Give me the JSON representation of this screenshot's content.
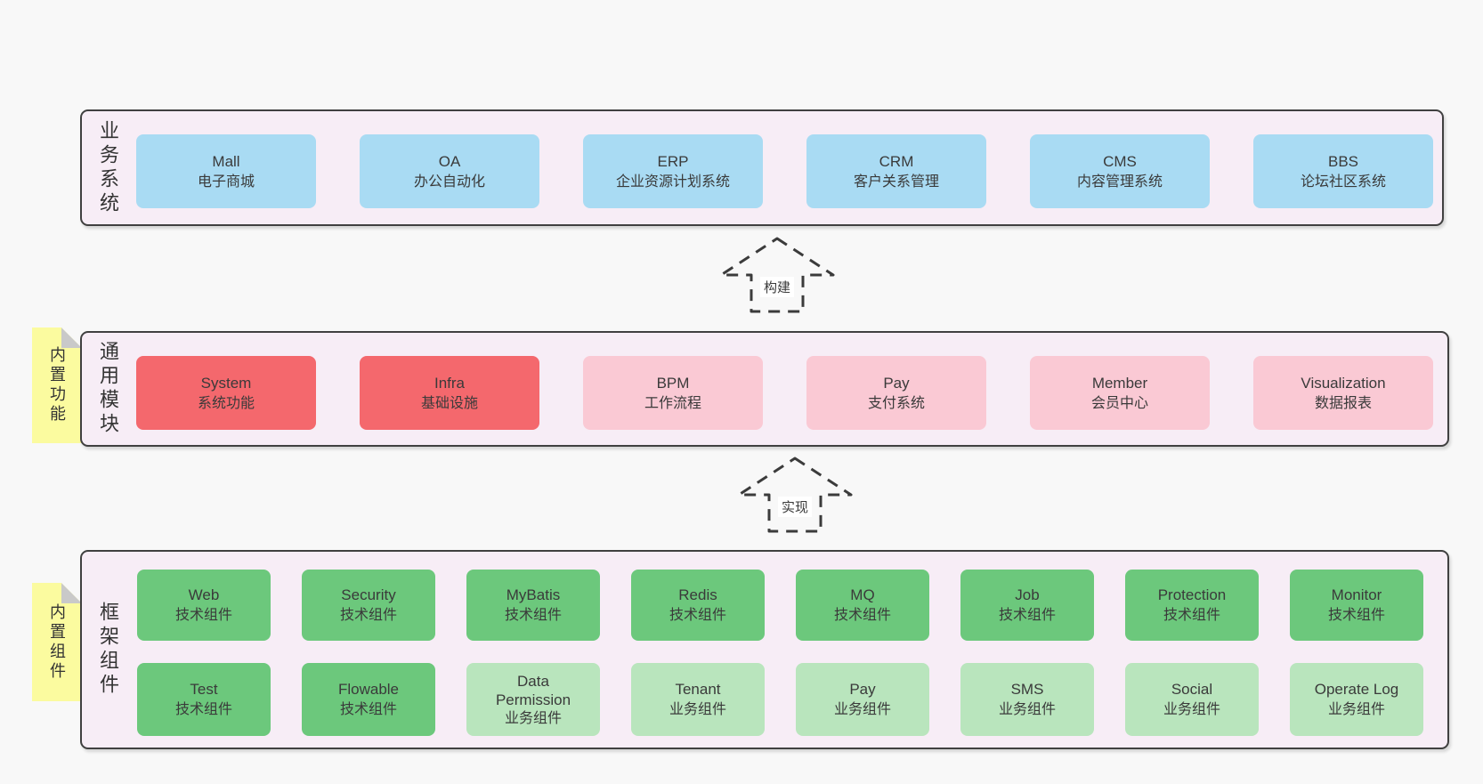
{
  "colors": {
    "page_background": "#f8f8f8",
    "band_background": "#f7edf6",
    "band_border": "#404040",
    "blue_box": "#a9dbf3",
    "red_box": "#f4686d",
    "pink_box": "#fac9d4",
    "green_box": "#6cc87c",
    "light_green_box": "#b9e5bd",
    "note_yellow": "#fbfb9f",
    "note_fold_gray": "#c9c9c9",
    "text": "#3a3a3a"
  },
  "diagram": {
    "arrows": [
      {
        "label": "构建"
      },
      {
        "label": "实现"
      }
    ],
    "notes": [
      {
        "text": "内置功能"
      },
      {
        "text": "内置组件"
      }
    ],
    "bands": [
      {
        "label": "业务系统",
        "boxes": [
          {
            "title": "Mall",
            "subtitle": "电子商城"
          },
          {
            "title": "OA",
            "subtitle": "办公自动化"
          },
          {
            "title": "ERP",
            "subtitle": "企业资源计划系统"
          },
          {
            "title": "CRM",
            "subtitle": "客户关系管理"
          },
          {
            "title": "CMS",
            "subtitle": "内容管理系统"
          },
          {
            "title": "BBS",
            "subtitle": "论坛社区系统"
          }
        ]
      },
      {
        "label": "通用模块",
        "boxes": [
          {
            "title": "System",
            "subtitle": "系统功能"
          },
          {
            "title": "Infra",
            "subtitle": "基础设施"
          },
          {
            "title": "BPM",
            "subtitle": "工作流程"
          },
          {
            "title": "Pay",
            "subtitle": "支付系统"
          },
          {
            "title": "Member",
            "subtitle": "会员中心"
          },
          {
            "title": "Visualization",
            "subtitle": "数据报表"
          }
        ]
      },
      {
        "label": "框架组件",
        "rows": [
          [
            {
              "title": "Web",
              "subtitle": "技术组件"
            },
            {
              "title": "Security",
              "subtitle": "技术组件"
            },
            {
              "title": "MyBatis",
              "subtitle": "技术组件"
            },
            {
              "title": "Redis",
              "subtitle": "技术组件"
            },
            {
              "title": "MQ",
              "subtitle": "技术组件"
            },
            {
              "title": "Job",
              "subtitle": "技术组件"
            },
            {
              "title": "Protection",
              "subtitle": "技术组件"
            },
            {
              "title": "Monitor",
              "subtitle": "技术组件"
            }
          ],
          [
            {
              "title": "Test",
              "subtitle": "技术组件"
            },
            {
              "title": "Flowable",
              "subtitle": "技术组件"
            },
            {
              "title": "Data Permission",
              "subtitle": "业务组件"
            },
            {
              "title": "Tenant",
              "subtitle": "业务组件"
            },
            {
              "title": "Pay",
              "subtitle": "业务组件"
            },
            {
              "title": "SMS",
              "subtitle": "业务组件"
            },
            {
              "title": "Social",
              "subtitle": "业务组件"
            },
            {
              "title": "Operate Log",
              "subtitle": "业务组件"
            }
          ]
        ]
      }
    ]
  }
}
